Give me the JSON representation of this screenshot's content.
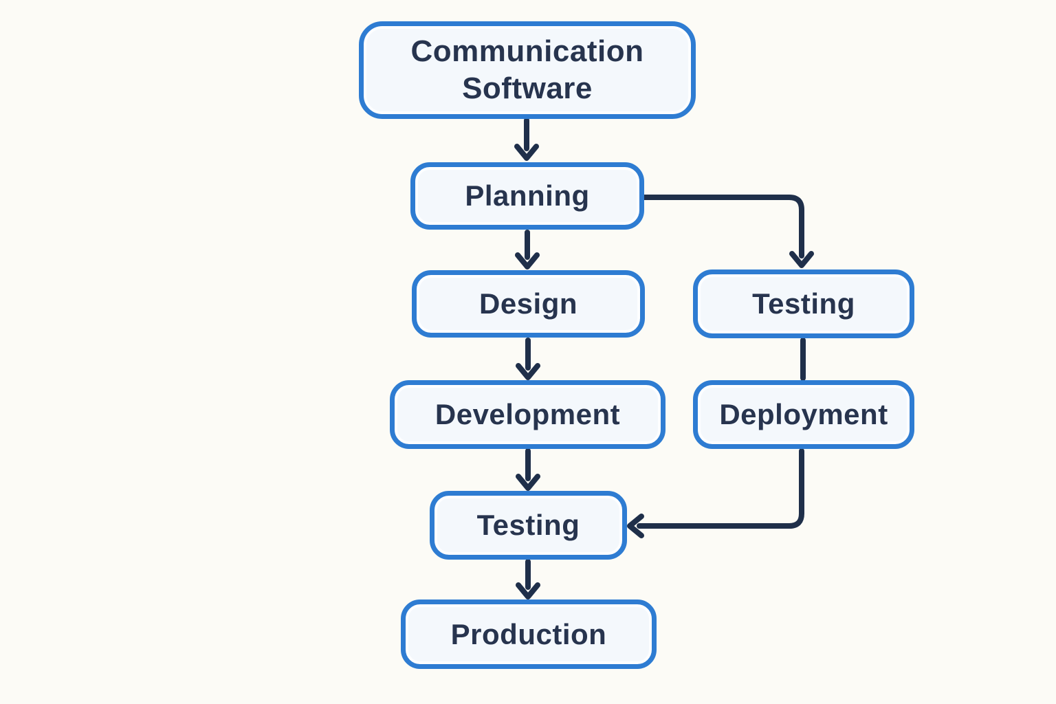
{
  "diagram": {
    "type": "flowchart",
    "nodes": [
      {
        "id": "communication-software",
        "label": "Communication Software"
      },
      {
        "id": "planning",
        "label": "Planning"
      },
      {
        "id": "design",
        "label": "Design"
      },
      {
        "id": "testing-branch",
        "label": "Testing"
      },
      {
        "id": "development",
        "label": "Development"
      },
      {
        "id": "deployment",
        "label": "Deployment"
      },
      {
        "id": "testing-main",
        "label": "Testing"
      },
      {
        "id": "production",
        "label": "Production"
      }
    ],
    "edges": [
      {
        "from": "communication-software",
        "to": "planning",
        "arrowhead": true
      },
      {
        "from": "planning",
        "to": "design",
        "arrowhead": true
      },
      {
        "from": "planning",
        "to": "testing-branch",
        "arrowhead": true
      },
      {
        "from": "design",
        "to": "development",
        "arrowhead": true
      },
      {
        "from": "testing-branch",
        "to": "deployment",
        "arrowhead": false
      },
      {
        "from": "development",
        "to": "testing-main",
        "arrowhead": true
      },
      {
        "from": "deployment",
        "to": "testing-main",
        "arrowhead": true
      },
      {
        "from": "testing-main",
        "to": "production",
        "arrowhead": true
      }
    ],
    "colors": {
      "node_border": "#2e7cd2",
      "node_fill": "#f4f8fc",
      "node_text": "#27344e",
      "connector": "#1f2f4a",
      "background": "#fcfbf6"
    }
  }
}
